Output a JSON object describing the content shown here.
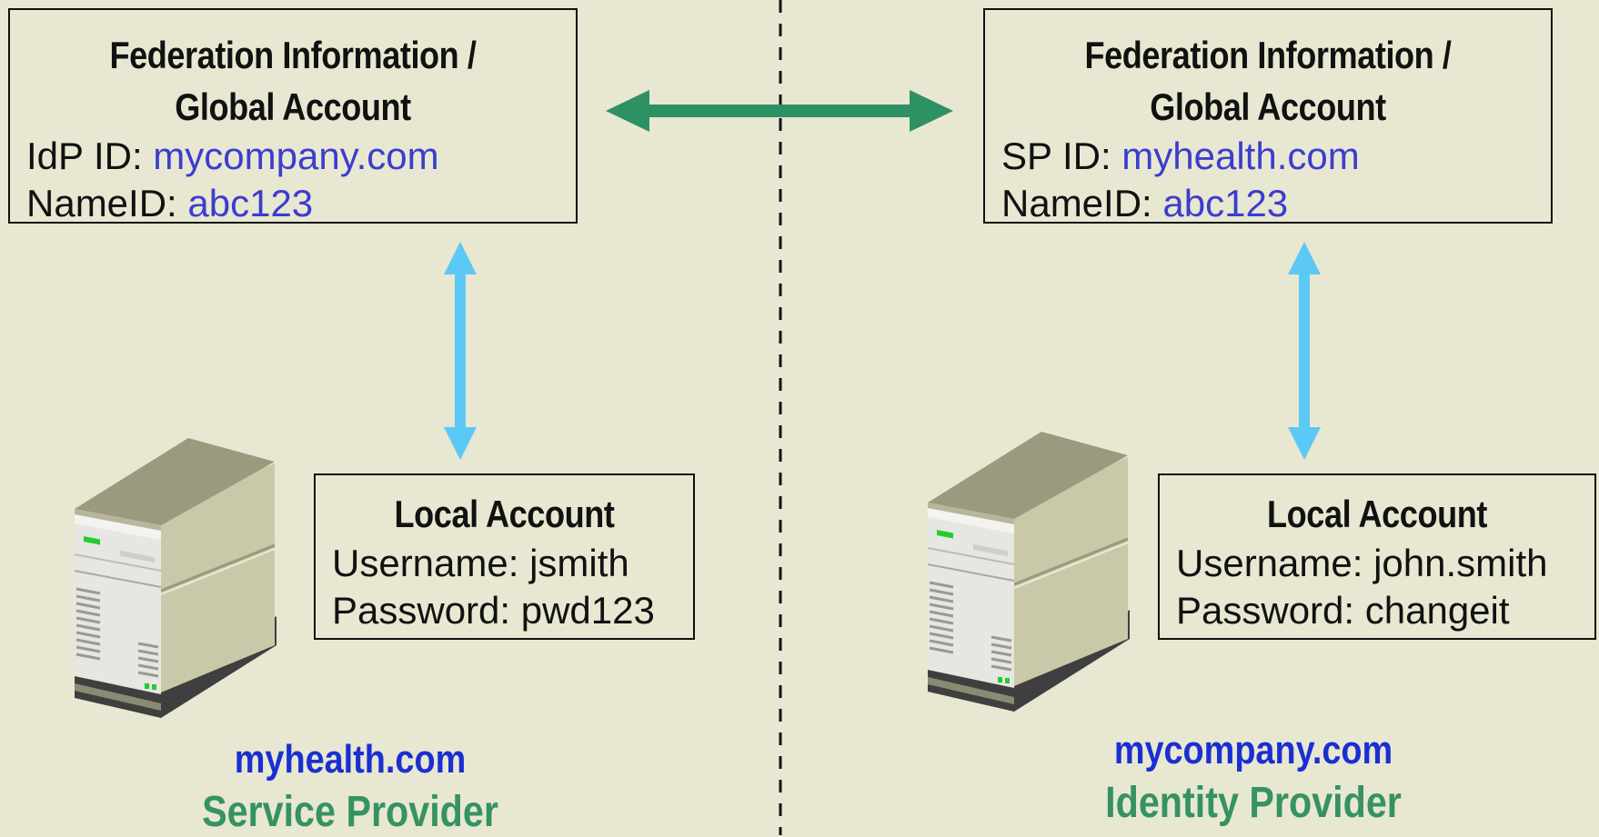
{
  "colors": {
    "background": "#e8e7d2",
    "value_blue": "#3b3dcf",
    "site_blue": "#1a2fd1",
    "role_green": "#35935f",
    "federation_arrow": "#2e9163",
    "local_arrow": "#5cc8f5"
  },
  "left": {
    "federation": {
      "title_line1": "Federation Information /",
      "title_line2": "Global Account",
      "id_label": "IdP ID: ",
      "id_value": "mycompany.com",
      "nameid_label": "NameID: ",
      "nameid_value": "abc123"
    },
    "local": {
      "title": "Local Account",
      "username_line": "Username: jsmith",
      "password_line": "Password: pwd123"
    },
    "site": "myhealth.com",
    "role": "Service Provider",
    "server_icon": "server-tower-icon"
  },
  "right": {
    "federation": {
      "title_line1": "Federation Information /",
      "title_line2": "Global Account",
      "id_label": "SP ID: ",
      "id_value": "myhealth.com",
      "nameid_label": "NameID: ",
      "nameid_value": "abc123"
    },
    "local": {
      "title": "Local Account",
      "username_line": "Username: john.smith",
      "password_line": "Password: changeit"
    },
    "site": "mycompany.com",
    "role": "Identity Provider",
    "server_icon": "server-tower-icon"
  },
  "connectors": {
    "federation_link_icon": "double-arrow-horizontal-icon",
    "local_link_icon": "double-arrow-vertical-icon",
    "divider": "dashed-divider"
  }
}
